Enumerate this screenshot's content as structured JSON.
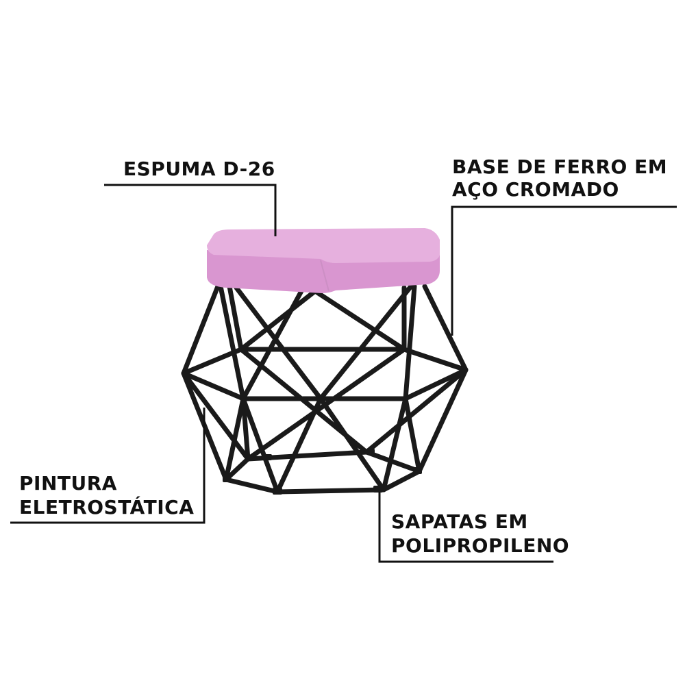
{
  "callouts": {
    "foam": {
      "lines": [
        "ESPUMA D-26"
      ]
    },
    "frame": {
      "lines": [
        "BASE DE FERRO EM",
        "AÇO CROMADO"
      ]
    },
    "paint": {
      "lines": [
        "PINTURA",
        "ELETROSTÁTICA"
      ]
    },
    "feet": {
      "lines": [
        "SAPATAS EM",
        "POLIPROPILENO"
      ]
    }
  },
  "colors": {
    "seat": "#e6b0de",
    "seat_shade": "#d996d0",
    "frame": "#1a1a1a",
    "leader_line": "#111111",
    "text": "#111111",
    "background": "#ffffff"
  }
}
